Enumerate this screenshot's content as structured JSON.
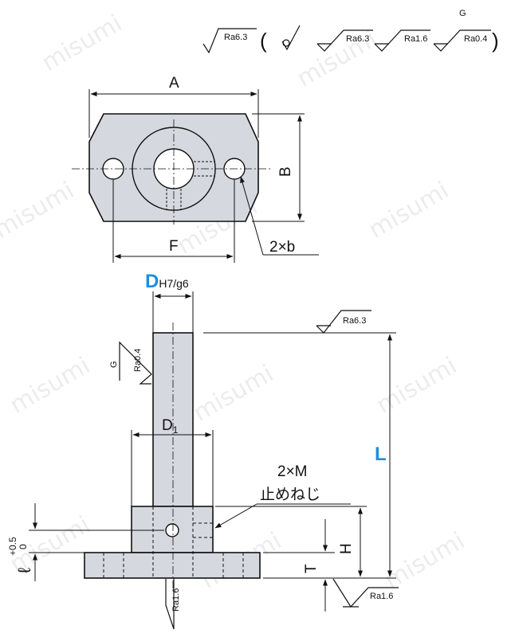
{
  "surface_finish": {
    "header": {
      "ra_general": "Ra6.3",
      "paren_open": "(",
      "paren_close": ")",
      "ra_a": "Ra6.3",
      "ra_b": "Ra1.6",
      "ra_c": "Ra0.4",
      "grind_mark": "G"
    },
    "side_top": "Ra6.3",
    "shaft": "Ra0.4",
    "shaft_grind": "G",
    "base_bottom": "Ra1.6",
    "base_right": "Ra1.6"
  },
  "top_view": {
    "dim_a": "A",
    "dim_b": "B",
    "dim_f": "F",
    "holes_label": "2×b"
  },
  "side_view": {
    "d_main": "D",
    "d_tolerance": "H7/g6",
    "d1_main": "D",
    "d1_sub": "1",
    "screw_label": "2×M",
    "screw_note": "止めねじ",
    "dim_l": "L",
    "dim_h": "H",
    "dim_t": "T",
    "ell_symbol": "ℓ",
    "ell_tol_upper": "+0.5",
    "ell_tol_lower": "0"
  },
  "watermark": "misumi",
  "colors": {
    "accent": "#1d8fe0",
    "part_fill": "#d5d9df",
    "line": "#111111"
  }
}
